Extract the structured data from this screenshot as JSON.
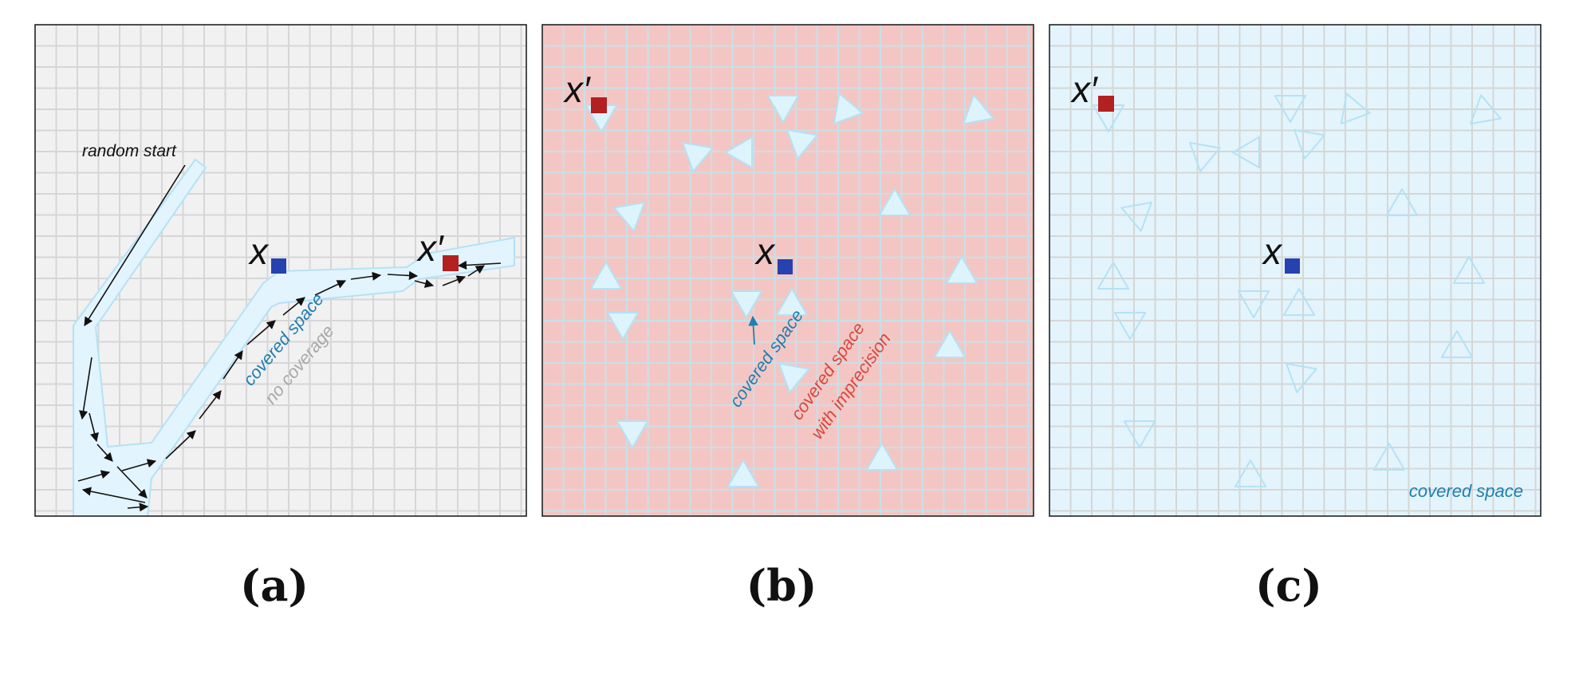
{
  "panels": [
    {
      "caption": "(a)",
      "x_label": "x",
      "xprime_label": "x′",
      "annotations": {
        "random_start": "random start",
        "covered_space": "covered space",
        "no_coverage": "no coverage"
      }
    },
    {
      "caption": "(b)",
      "x_label": "x",
      "xprime_label": "x′",
      "annotations": {
        "covered_space": "covered space",
        "covered_imprecise_line1": "covered space",
        "covered_imprecise_line2": "with imprecision"
      }
    },
    {
      "caption": "(c)",
      "x_label": "x",
      "xprime_label": "x′",
      "annotations": {
        "covered_space": "covered space"
      }
    }
  ],
  "colors": {
    "panel_a_bg": "#f1f1f1",
    "panel_b_bg": "#f4c6c3",
    "panel_c_bg": "#e3f4fc",
    "grid_gray": "#d6d6d6",
    "grid_b": "#c8e0ea",
    "coverage_fill": "#e2f4fd",
    "coverage_stroke": "#b4e2f6",
    "triangle_fill": "#def4fc",
    "triangle_stroke": "#b4e2f6",
    "x_square": "#2641b0",
    "xprime_square": "#b22022",
    "covered_text": "#1f7fb0",
    "no_coverage_text": "#a8a8a8",
    "imprecision_text": "#d9473e"
  }
}
